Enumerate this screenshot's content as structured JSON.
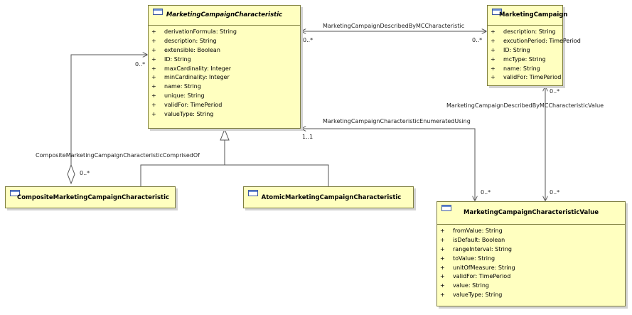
{
  "classes": {
    "characteristic": {
      "name": "MarketingCampaignCharacteristic",
      "attributes": [
        "derivationFormula: String",
        "description: String",
        "extensible: Boolean",
        "ID: String",
        "maxCardinality: Integer",
        "minCardinality: Integer",
        "name: String",
        "unique: String",
        "validFor: TimePeriod",
        "valueType: String"
      ]
    },
    "campaign": {
      "name": "MarketingCampaign",
      "attributes": [
        "description: String",
        "excutionPeriod: TimePeriod",
        "ID: String",
        "mcType: String",
        "name: String",
        "validFor: TimePeriod"
      ]
    },
    "composite": {
      "name": "CompositeMarketingCampaignCharacteristic"
    },
    "atomic": {
      "name": "AtomicMarketingCampaignCharacteristic"
    },
    "value": {
      "name": "MarketingCampaignCharacteristicValue",
      "attributes": [
        "fromValue: String",
        "isDefault: Boolean",
        "rangeInterval: String",
        "toValue: String",
        "unitOfMeasure: String",
        "validFor: TimePeriod",
        "value: String",
        "valueType: String"
      ]
    }
  },
  "visibility": "+",
  "associations": {
    "described_by_mc_characteristic": {
      "name": "MarketingCampaignDescribedByMCCharacteristic",
      "mult_left": "0..*",
      "mult_right": "0..*"
    },
    "enumerated_using": {
      "name": "MarketingCampaignCharacteristicEnumeratedUsing",
      "mult_source": "1..1",
      "mult_target": "0..*"
    },
    "described_by_mc_characteristic_value": {
      "name": "MarketingCampaignDescribedByMCCharacteristicValue",
      "mult_top": "0..*",
      "mult_bottom": "0..*"
    },
    "composite_comprised_of": {
      "name": "CompositeMarketingCampaignCharacteristicComprisedOf",
      "mult_top": "0..*",
      "mult_bottom": "0..*"
    }
  }
}
